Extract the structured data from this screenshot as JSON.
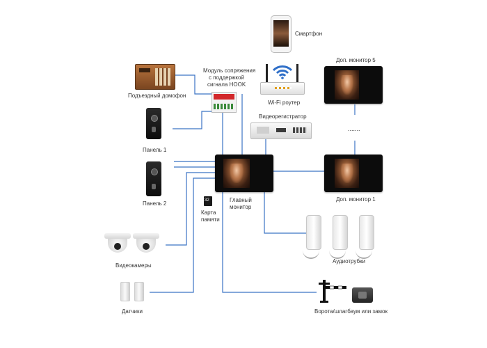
{
  "labels": {
    "smartphone": "Смартфон",
    "intercom": "Подъездный домофон",
    "module": [
      "Модуль сопряжения",
      "с поддержкой",
      "сигнала HOOK"
    ],
    "wifi": "Wi-Fi роутер",
    "panel1": "Панель 1",
    "panel2": "Панель 2",
    "dvr": "Видеорегистратор",
    "main_monitor": [
      "Главный",
      "монитор"
    ],
    "sdcard": [
      "Карта",
      "памяти"
    ],
    "extra_monitor_5": "Доп. монитор 5",
    "extra_monitor_1": "Доп. монитор 1",
    "dots": ".......",
    "cameras": "Видеокамеры",
    "handsets": "Аудиотрубки",
    "sensors": "Датчики",
    "gates": "Ворота/шлагбаум или замок",
    "sd_text": "32"
  },
  "colors": {
    "wire": "#3b73c4",
    "device_dark": "#111111"
  }
}
